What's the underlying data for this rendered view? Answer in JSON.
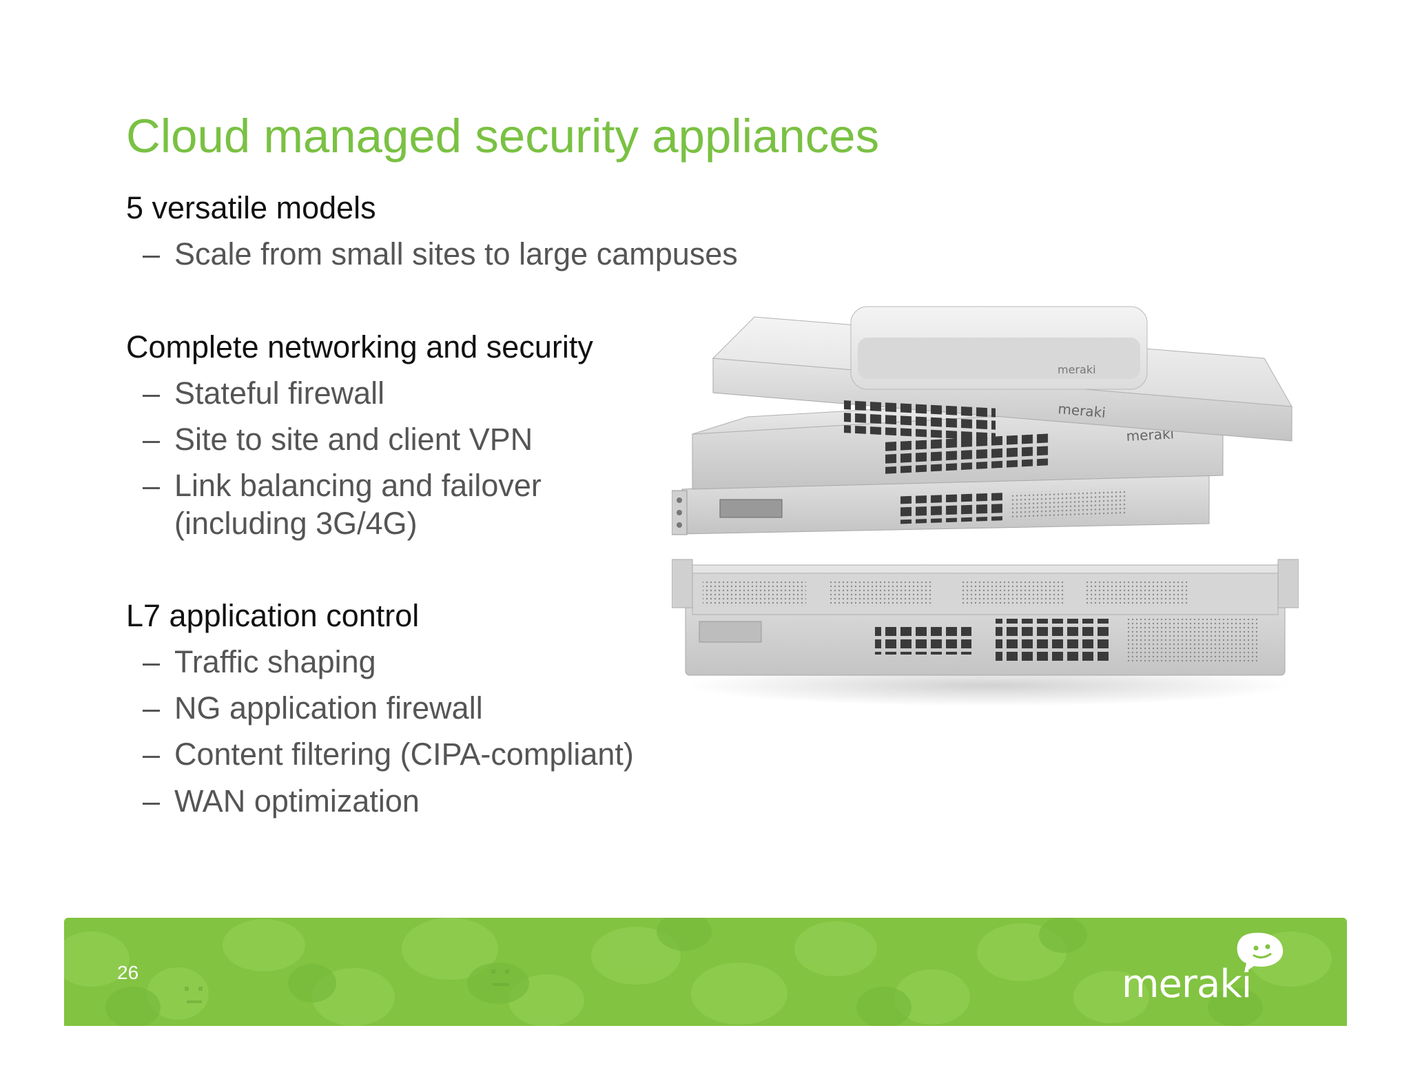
{
  "slide": {
    "title": "Cloud managed security appliances",
    "sections": [
      {
        "heading": "5 versatile models",
        "items": [
          "Scale from small sites to large campuses"
        ]
      },
      {
        "heading": "Complete networking and security",
        "items": [
          "Stateful firewall",
          "Site to site and client VPN",
          "Link balancing and failover",
          "(including 3G/4G)"
        ]
      },
      {
        "heading": "L7 application control",
        "items": [
          "Traffic shaping",
          "NG application firewall",
          "Content filtering (CIPA-compliant)",
          "WAN optimization"
        ]
      }
    ],
    "dash": "–",
    "product_image": {
      "label": "Stacked Meraki MX security appliances",
      "brand_text": "meraki"
    },
    "footer": {
      "page_number": "26",
      "logo_text": "meraki"
    },
    "colors": {
      "title_green": "#7ac143",
      "footer_green": "#82c341",
      "text_dark": "#111111",
      "text_gray": "#555555"
    }
  }
}
